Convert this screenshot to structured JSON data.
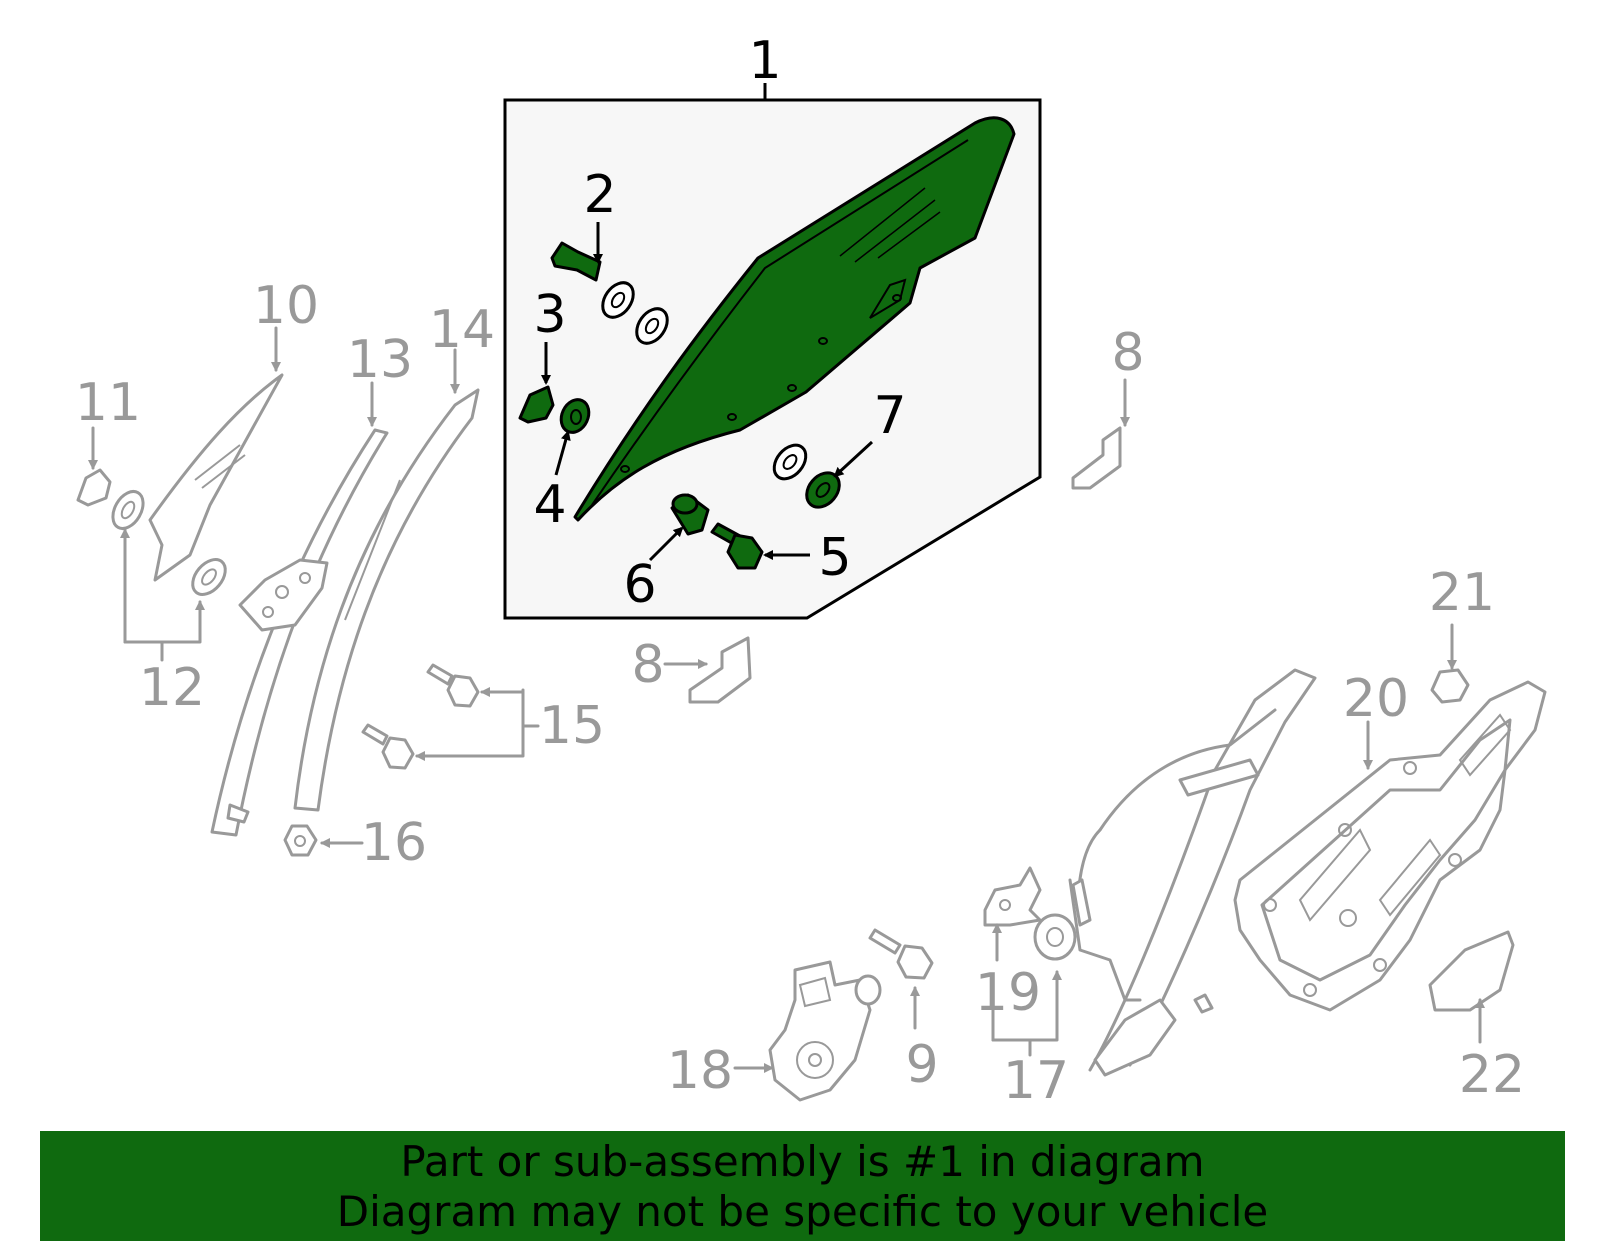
{
  "colors": {
    "highlight": "#0f6a0f",
    "frame_fill": "#f7f7f7",
    "grey": "#999999",
    "outline": "#000000"
  },
  "callouts": {
    "c1": "1",
    "c2": "2",
    "c3": "3",
    "c4": "4",
    "c5": "5",
    "c6": "6",
    "c7": "7",
    "c8a": "8",
    "c8b": "8",
    "c9": "9",
    "c10": "10",
    "c11": "11",
    "c12": "12",
    "c13": "13",
    "c14": "14",
    "c15": "15",
    "c16": "16",
    "c17": "17",
    "c18": "18",
    "c19": "19",
    "c20": "20",
    "c21": "21",
    "c22": "22"
  },
  "banner": {
    "line1": "Part or sub-assembly is #1 in diagram",
    "line2": "Diagram may not be specific to your vehicle"
  }
}
